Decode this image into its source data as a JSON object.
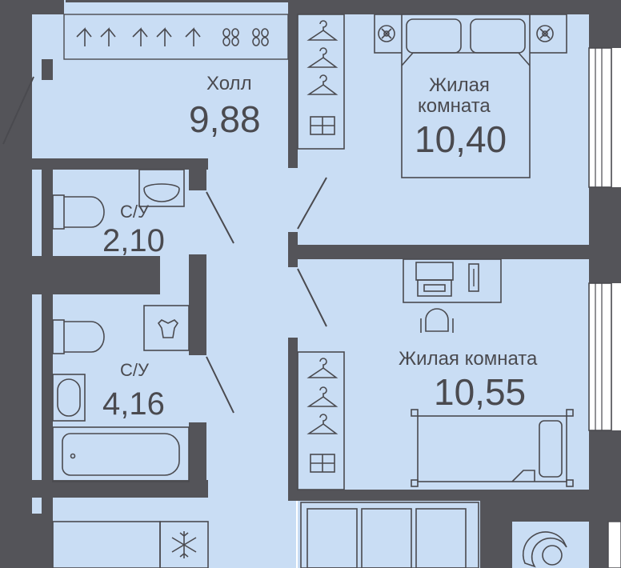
{
  "colors": {
    "floor": "#c9ddf4",
    "wall": "#545459",
    "line": "#4a4a4f",
    "window": "#ffffff"
  },
  "rooms": {
    "hall": {
      "name": "Холл",
      "area": "9,88"
    },
    "bedroom_top": {
      "name_line1": "Жилая",
      "name_line2": "комната",
      "area": "10,40"
    },
    "bedroom_bottom": {
      "name": "Жилая комната",
      "area": "10,55"
    },
    "bathroom_small": {
      "name": "С/У",
      "area": "2,10"
    },
    "bathroom_large": {
      "name": "С/У",
      "area": "4,16"
    }
  }
}
